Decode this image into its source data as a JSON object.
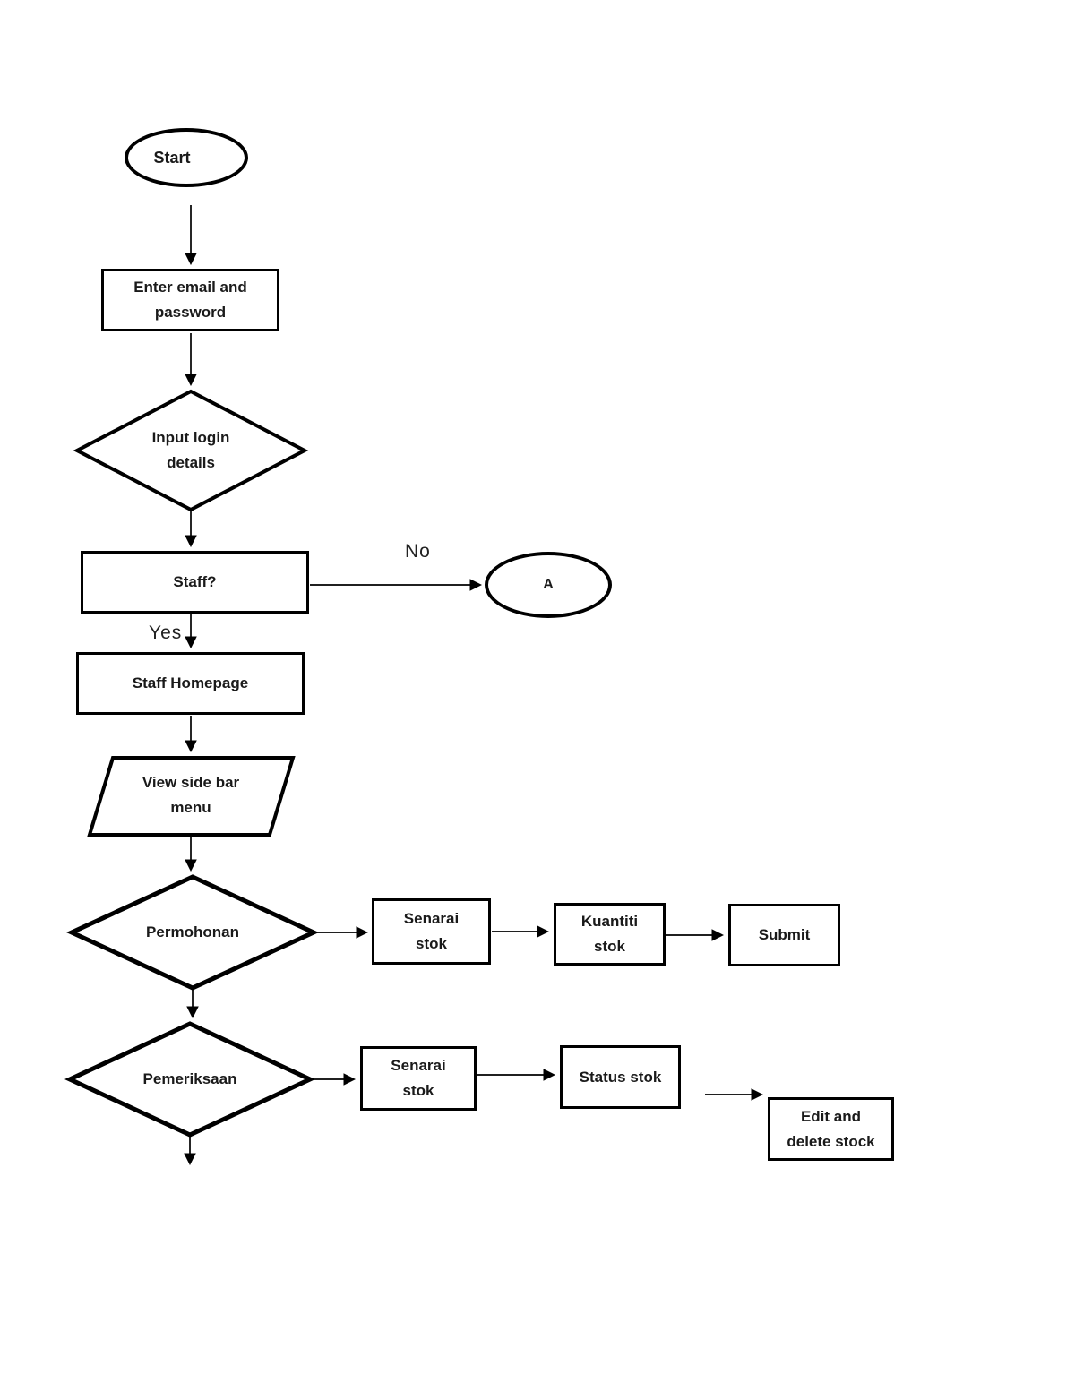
{
  "diagram": {
    "background_color": "#ffffff",
    "line_color": "#000000",
    "text_color": "#1a1a1a",
    "nodes": {
      "start": {
        "type": "terminator",
        "label": "Start"
      },
      "enter_email_password": {
        "type": "process",
        "label": "Enter email and\npassword"
      },
      "input_login_details": {
        "type": "decision",
        "label": "Input login\ndetails"
      },
      "staff_check": {
        "type": "process",
        "label": "Staff?"
      },
      "connector_a": {
        "type": "terminator",
        "label": "A"
      },
      "staff_homepage": {
        "type": "process",
        "label": "Staff Homepage"
      },
      "view_sidebar_menu": {
        "type": "input-output",
        "label": "View side bar\nmenu"
      },
      "permohonan": {
        "type": "decision",
        "label": "Permohonan"
      },
      "senarai_stok_1": {
        "type": "process",
        "label": "Senarai\nstok"
      },
      "kuantiti_stok": {
        "type": "process",
        "label": "Kuantiti\nstok"
      },
      "submit": {
        "type": "process",
        "label": "Submit"
      },
      "pemeriksaan": {
        "type": "decision",
        "label": "Pemeriksaan"
      },
      "senarai_stok_2": {
        "type": "process",
        "label": "Senarai\nstok"
      },
      "status_stok": {
        "type": "process",
        "label": "Status stok"
      },
      "edit_delete_stock": {
        "type": "process",
        "label": "Edit and\ndelete stock"
      }
    },
    "edge_labels": {
      "no": "No",
      "yes": "Yes"
    }
  }
}
